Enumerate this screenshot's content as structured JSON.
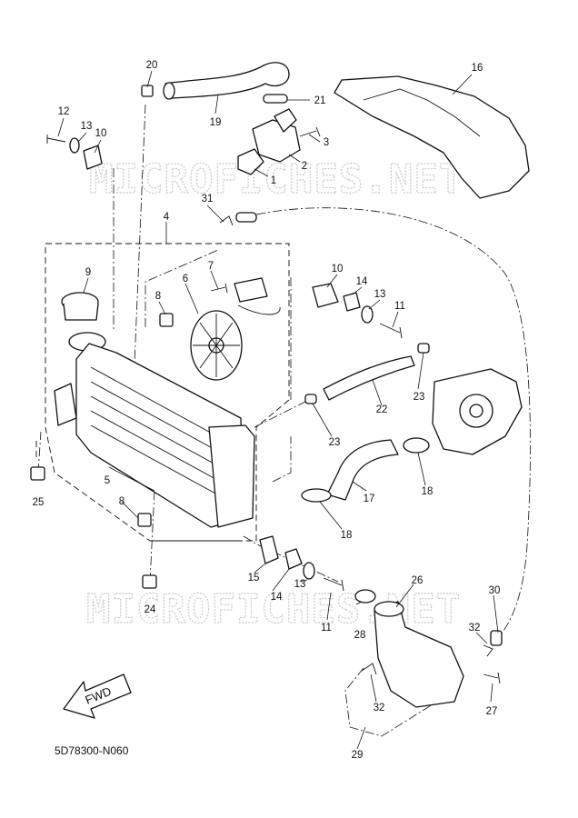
{
  "watermarks": [
    "MICROFICHES.NET",
    "MICROFICHES.NET"
  ],
  "diagram_code": "5D78300-N060",
  "direction_label": "FWD",
  "callouts": {
    "c1": "1",
    "c2": "2",
    "c3": "3",
    "c4": "4",
    "c5": "5",
    "c6": "6",
    "c7": "7",
    "c8a": "8",
    "c8b": "8",
    "c9": "9",
    "c10a": "10",
    "c10b": "10",
    "c11a": "11",
    "c11b": "11",
    "c12": "12",
    "c13a": "13",
    "c13b": "13",
    "c14a": "14",
    "c14b": "14",
    "c15": "15",
    "c16": "16",
    "c17": "17",
    "c18a": "18",
    "c18b": "18",
    "c19": "19",
    "c20": "20",
    "c21": "21",
    "c22": "22",
    "c23a": "23",
    "c23b": "23",
    "c24": "24",
    "c25": "25",
    "c26": "26",
    "c27": "27",
    "c28": "28",
    "c29": "29",
    "c30": "30",
    "c31": "31",
    "c32a": "32",
    "c32b": "32"
  }
}
